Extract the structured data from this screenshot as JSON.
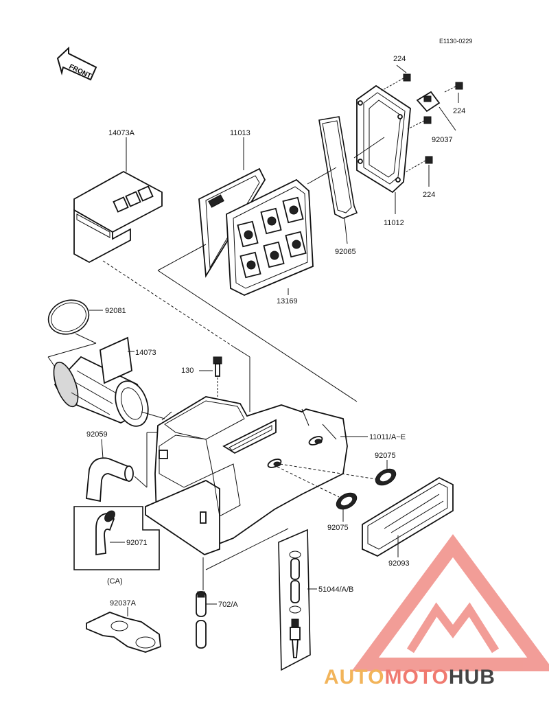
{
  "diagram": {
    "ref_code": "E1130-0229",
    "front_label": "FRONT",
    "parts": {
      "p224a": "224",
      "p224b": "224",
      "p224c": "224",
      "p92037": "92037",
      "p11012": "11012",
      "p92065": "92065",
      "p13169": "13169",
      "p11013": "11013",
      "p14073A": "14073A",
      "p92081": "92081",
      "p14073": "14073",
      "p130": "130",
      "p11011": "11011/A~E",
      "p92075a": "92075",
      "p92075b": "92075",
      "p92059": "92059",
      "p92071": "92071",
      "pCA": "(CA)",
      "p92037A": "92037A",
      "p702": "702/A",
      "p51044": "51044/A/B",
      "p92093": "92093"
    }
  },
  "watermark": {
    "part1": "AUTO",
    "part2": "MOTO",
    "part3": "HUB",
    "color_part1": "#f2b45a",
    "color_part2": "#f07a70",
    "color_part3": "#444444",
    "triangle_color": "#f08c86"
  }
}
